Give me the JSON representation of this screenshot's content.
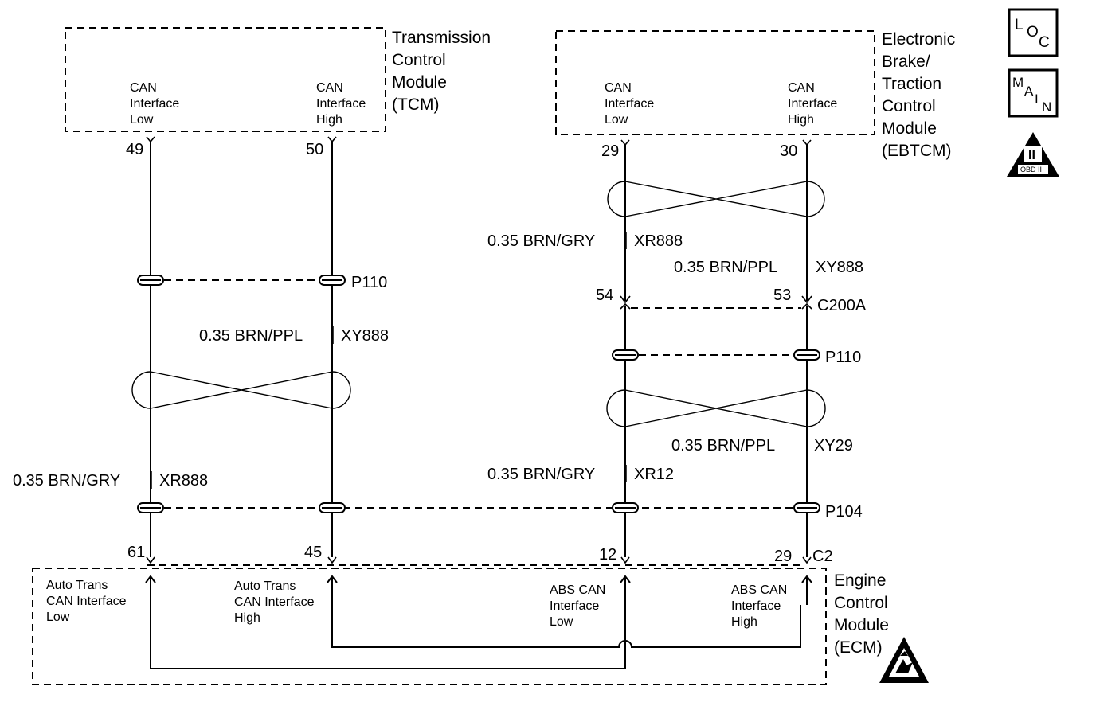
{
  "tcm": {
    "name_lines": [
      "Transmission",
      "Control",
      "Module",
      "(TCM)"
    ],
    "pin_low_label": [
      "CAN",
      "Interface",
      "Low"
    ],
    "pin_high_label": [
      "CAN",
      "Interface",
      "High"
    ],
    "pin_low_num": "49",
    "pin_high_num": "50"
  },
  "ebtcm": {
    "name_lines": [
      "Electronic",
      "Brake/",
      "Traction",
      "Control",
      "Module",
      "(EBTCM)"
    ],
    "pin_low_label": [
      "CAN",
      "Interface",
      "Low"
    ],
    "pin_high_label": [
      "CAN",
      "Interface",
      "High"
    ],
    "pin_low_num": "29",
    "pin_high_num": "30"
  },
  "ecm": {
    "name_lines": [
      "Engine",
      "Control",
      "Module",
      "(ECM)"
    ],
    "labels": {
      "auto_low": [
        "Auto Trans",
        "CAN Interface",
        "Low"
      ],
      "auto_high": [
        "Auto Trans",
        "CAN Interface",
        "High"
      ],
      "abs_low": [
        "ABS CAN",
        "Interface",
        "Low"
      ],
      "abs_high": [
        "ABS CAN",
        "Interface",
        "High"
      ]
    },
    "pins": {
      "auto_low": "61",
      "auto_high": "45",
      "abs_low": "12",
      "abs_high": "29"
    },
    "connector": "C2"
  },
  "wires": {
    "tcm_high": {
      "gauge_color": "0.35 BRN/PPL",
      "circuit": "XY888"
    },
    "tcm_low": {
      "gauge_color": "0.35 BRN/GRY",
      "circuit": "XR888"
    },
    "ebtcm_low_upper": {
      "gauge_color": "0.35 BRN/GRY",
      "circuit": "XR888"
    },
    "ebtcm_high_upper": {
      "gauge_color": "0.35 BRN/PPL",
      "circuit": "XY888"
    },
    "ebtcm_high_lower": {
      "gauge_color": "0.35 BRN/PPL",
      "circuit": "XY29"
    },
    "ebtcm_low_lower": {
      "gauge_color": "0.35 BRN/GRY",
      "circuit": "XR12"
    }
  },
  "connectors": {
    "p110": "P110",
    "p104": "P104",
    "c200a": {
      "name": "C200A",
      "pin_low": "54",
      "pin_high": "53"
    }
  },
  "icons": {
    "loc": [
      "L",
      "O",
      "C"
    ],
    "main": [
      "M",
      "A",
      "I",
      "N"
    ],
    "obd": {
      "roman": "II",
      "text": "OBD II"
    }
  }
}
